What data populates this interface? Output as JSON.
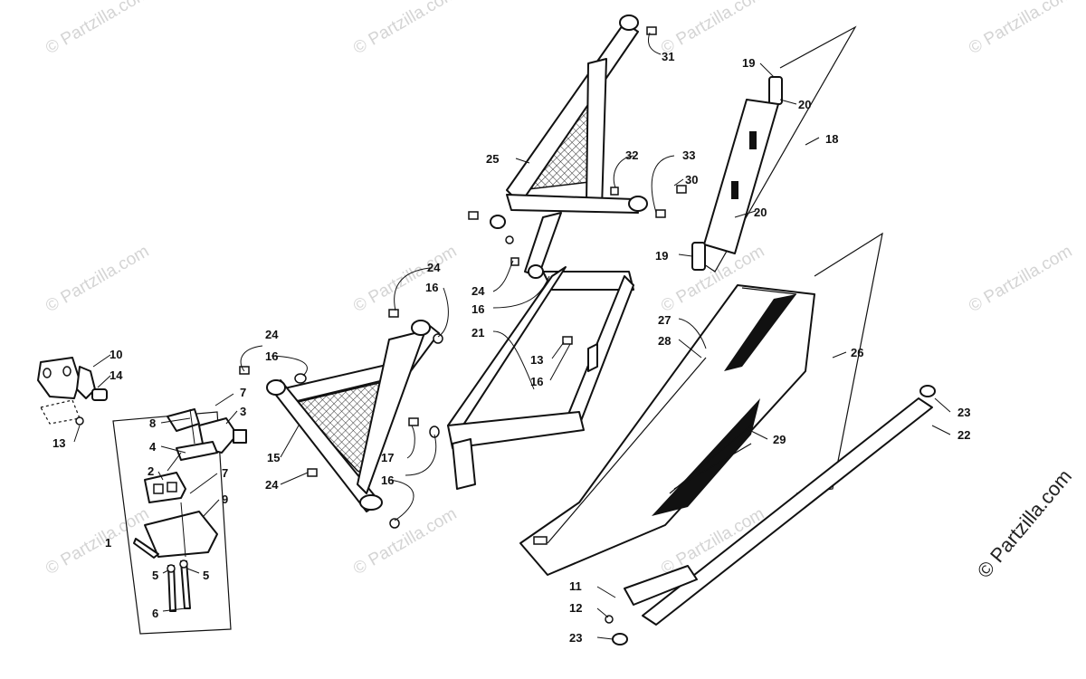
{
  "watermark": {
    "text": "© Partzilla.com",
    "side_text": "© Partzilla.com"
  },
  "callouts": [
    {
      "id": "c1",
      "label": "1"
    },
    {
      "id": "c2",
      "label": "2"
    },
    {
      "id": "c3",
      "label": "3"
    },
    {
      "id": "c4",
      "label": "4"
    },
    {
      "id": "c5a",
      "label": "5"
    },
    {
      "id": "c5b",
      "label": "5"
    },
    {
      "id": "c6",
      "label": "6"
    },
    {
      "id": "c7a",
      "label": "7"
    },
    {
      "id": "c7b",
      "label": "7"
    },
    {
      "id": "c8",
      "label": "8"
    },
    {
      "id": "c9",
      "label": "9"
    },
    {
      "id": "c10",
      "label": "10"
    },
    {
      "id": "c11",
      "label": "11"
    },
    {
      "id": "c12",
      "label": "12"
    },
    {
      "id": "c13a",
      "label": "13"
    },
    {
      "id": "c13b",
      "label": "13"
    },
    {
      "id": "c14",
      "label": "14"
    },
    {
      "id": "c15",
      "label": "15"
    },
    {
      "id": "c16a",
      "label": "16"
    },
    {
      "id": "c16b",
      "label": "16"
    },
    {
      "id": "c16c",
      "label": "16"
    },
    {
      "id": "c16d",
      "label": "16"
    },
    {
      "id": "c16e",
      "label": "16"
    },
    {
      "id": "c17",
      "label": "17"
    },
    {
      "id": "c18",
      "label": "18"
    },
    {
      "id": "c19a",
      "label": "19"
    },
    {
      "id": "c19b",
      "label": "19"
    },
    {
      "id": "c20a",
      "label": "20"
    },
    {
      "id": "c20b",
      "label": "20"
    },
    {
      "id": "c21",
      "label": "21"
    },
    {
      "id": "c22",
      "label": "22"
    },
    {
      "id": "c23a",
      "label": "23"
    },
    {
      "id": "c23b",
      "label": "23"
    },
    {
      "id": "c24a",
      "label": "24"
    },
    {
      "id": "c24b",
      "label": "24"
    },
    {
      "id": "c24c",
      "label": "24"
    },
    {
      "id": "c24d",
      "label": "24"
    },
    {
      "id": "c25",
      "label": "25"
    },
    {
      "id": "c26",
      "label": "26"
    },
    {
      "id": "c27",
      "label": "27"
    },
    {
      "id": "c28",
      "label": "28"
    },
    {
      "id": "c29",
      "label": "29"
    },
    {
      "id": "c30",
      "label": "30"
    },
    {
      "id": "c31",
      "label": "31"
    },
    {
      "id": "c32",
      "label": "32"
    },
    {
      "id": "c33",
      "label": "33"
    }
  ]
}
